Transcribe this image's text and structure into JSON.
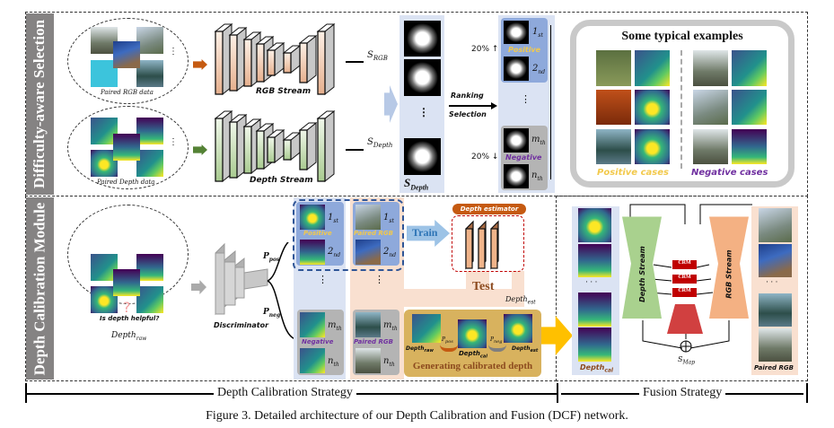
{
  "sections": {
    "top_label": "Difficulty-aware Selection",
    "bottom_label": "Depth Calibration Module"
  },
  "top": {
    "rgb_data_label": "Paired RGB data",
    "depth_data_label": "Paired Depth data",
    "rgb_stream_label": "RGB Stream",
    "depth_stream_label": "Depth Stream",
    "s_rgb": "S",
    "s_rgb_sub": "RGB",
    "s_depth": "S",
    "s_depth_sub": "Depth",
    "s_depth_panel": "S",
    "s_depth_panel_sub": "Depth",
    "ranking": "Ranking",
    "selection": "Selection",
    "top_pct": "20% ↑",
    "bottom_pct": "20% ↓",
    "positive": "Positive",
    "negative": "Negative",
    "rank_1": "1",
    "rank_1_sub": "st",
    "rank_2": "2",
    "rank_2_sub": "nd",
    "rank_m": "m",
    "rank_m_sub": "th",
    "rank_n": "n",
    "rank_n_sub": "th",
    "examples_title": "Some typical examples",
    "positive_cases": "Positive cases",
    "negative_cases": "Negative cases"
  },
  "bottom": {
    "question": "Is depth helpful?",
    "depth_raw": "Depth",
    "depth_raw_sub": "raw",
    "discriminator": "Discriminator",
    "p_pos": "P",
    "p_pos_sub": "pos",
    "p_neg": "P",
    "p_neg_sub": "neg",
    "positive": "Positive",
    "negative": "Negative",
    "paired_rgb": "Paired RGB",
    "train": "Train",
    "depth_estimator": "Depth estimator",
    "test": "Test",
    "depth_est": "Depth",
    "depth_est_sub": "est",
    "gen_depth_raw": "Depth",
    "gen_depth_raw_sub": "raw",
    "gen_depth_cal": "Depth",
    "gen_depth_cal_sub": "cal",
    "gen_depth_est": "Depth",
    "gen_depth_est_sub": "est",
    "gen_p_pos": "P",
    "gen_p_pos_sub": "pos",
    "gen_p_neg": "P",
    "gen_p_neg_sub": "neg",
    "generating": "Generating calibrated depth"
  },
  "fusion": {
    "depth_stream": "Depth Stream",
    "rgb_stream": "RGB Stream",
    "crm": "CRM",
    "s_map": "S",
    "s_map_sub": "Map",
    "depth_cal": "Depth",
    "depth_cal_sub": "cal",
    "paired_rgb": "Paired RGB",
    "dots": "· · ·"
  },
  "strategy": {
    "depth_calibration": "Depth Calibration Strategy",
    "fusion": "Fusion Strategy"
  },
  "caption": "Figure 3. Detailed architecture of our Depth Calibration and Fusion (DCF) network.",
  "colors": {
    "rgb_stream": "#e8a57f",
    "depth_stream": "#a9cf8e",
    "crm": "#d14040",
    "positive_text": "#f2c94c",
    "negative_text": "#7b3fb3",
    "panel_blue": "#dbe3f3",
    "panel_peach": "#f9e0d0",
    "gen_box": "#d8b25e"
  }
}
